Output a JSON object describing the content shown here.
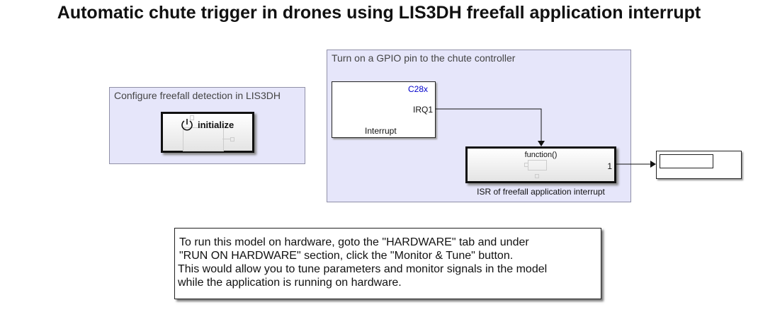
{
  "title": "Automatic chute trigger in drones using LIS3DH freefall application interrupt",
  "area_config": {
    "label": "Configure freefall detection in LIS3DH",
    "block_label": "initialize",
    "icon": "power-icon"
  },
  "area_gpio": {
    "label": "Turn on a GPIO pin to the chute controller",
    "interrupt_block": {
      "target": "C28x",
      "port": "IRQ1",
      "name": "Interrupt"
    },
    "isr_block": {
      "header": "function()",
      "port": "1",
      "name": "ISR of freefall application interrupt"
    }
  },
  "note": {
    "lines": [
      "To run this model on hardware, goto the \"HARDWARE\" tab and under",
      "\"RUN ON HARDWARE\" section, click the \"Monitor & Tune\" button.",
      "This would allow you to tune parameters and monitor signals in the model",
      "while the application is running on hardware."
    ]
  },
  "colors": {
    "area_bg": "#e6e6fa",
    "target_text": "#0000cc"
  }
}
